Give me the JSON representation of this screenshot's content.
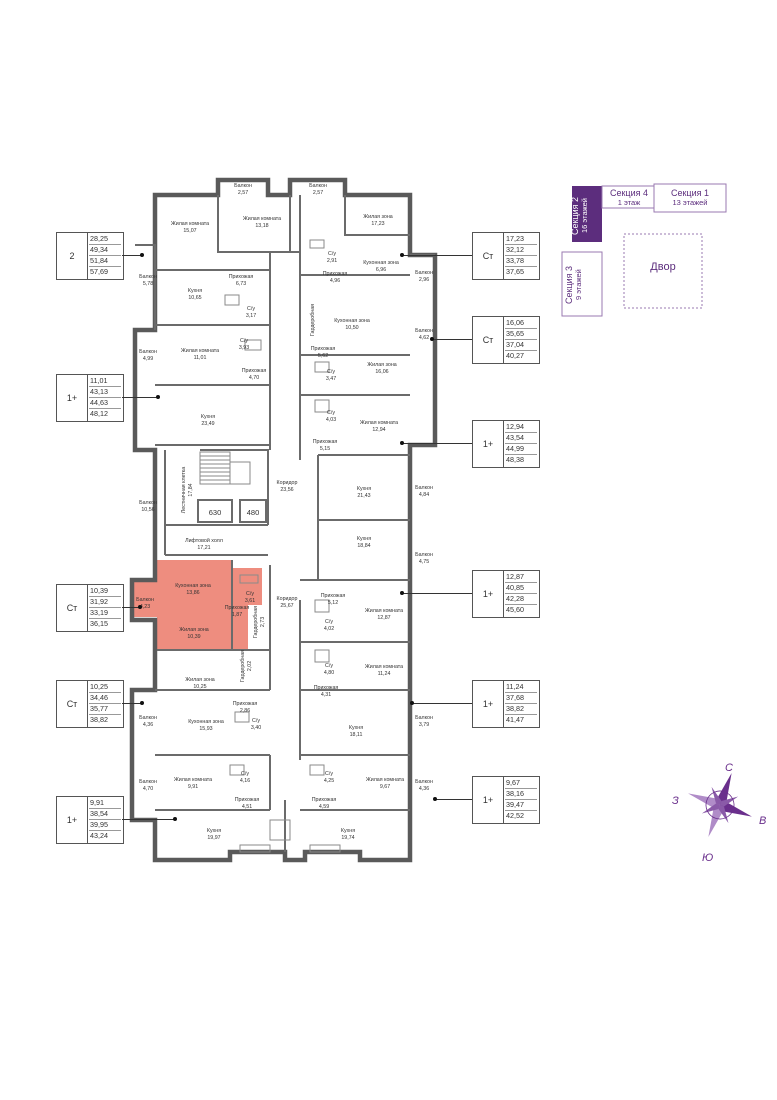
{
  "rooms": [
    {
      "id": "balkon-top-left",
      "name": "Балкон",
      "area": "2,57"
    },
    {
      "id": "balkon-top-right",
      "name": "Балкон",
      "area": "2,57"
    },
    {
      "id": "zhil-15-07",
      "name": "Жилая комната",
      "area": "15,07"
    },
    {
      "id": "zhil-13-18",
      "name": "Жилая комната",
      "area": "13,18"
    },
    {
      "id": "zhil-zona-17-23",
      "name": "Жилая зона",
      "area": "17,23"
    },
    {
      "id": "su-2-91",
      "name": "С/у",
      "area": "2,91"
    },
    {
      "id": "kuh-zona-6-96",
      "name": "Кухонная зона",
      "area": "6,96"
    },
    {
      "id": "balkon-5-78",
      "name": "Балкон",
      "area": "5,78"
    },
    {
      "id": "prihozh-6-73",
      "name": "Прихожая",
      "area": "6,73"
    },
    {
      "id": "kuhnya-10-65",
      "name": "Кухня",
      "area": "10,65"
    },
    {
      "id": "prihozh-4-96",
      "name": "Прихожая",
      "area": "4,96"
    },
    {
      "id": "balkon-2-96",
      "name": "Балкон",
      "area": "2,96"
    },
    {
      "id": "su-3-17",
      "name": "С/у",
      "area": "3,17"
    },
    {
      "id": "kuh-zona-10-50",
      "name": "Кухонная зона",
      "area": "10,50"
    },
    {
      "id": "garderob-top",
      "name": "Гардеробная",
      "area": ""
    },
    {
      "id": "balkon-4-99",
      "name": "Балкон",
      "area": "4,99"
    },
    {
      "id": "zhil-11-01",
      "name": "Жилая комната",
      "area": "11,01"
    },
    {
      "id": "su-3-93",
      "name": "С/у",
      "area": "3,93"
    },
    {
      "id": "prihozh-5-62",
      "name": "Прихожая",
      "area": "5,62"
    },
    {
      "id": "balkon-4-62",
      "name": "Балкон",
      "area": "4,62"
    },
    {
      "id": "prihozh-4-70",
      "name": "Прихожая",
      "area": "4,70"
    },
    {
      "id": "su-3-47",
      "name": "С/у",
      "area": "3,47"
    },
    {
      "id": "zhil-zona-16-06",
      "name": "Жилая зона",
      "area": "16,06"
    },
    {
      "id": "kuhnya-23-49",
      "name": "Кухня",
      "area": "23,49"
    },
    {
      "id": "su-4-03",
      "name": "С/у",
      "area": "4,03"
    },
    {
      "id": "zhil-12-94",
      "name": "Жилая комната",
      "area": "12,94"
    },
    {
      "id": "prihozh-5-15",
      "name": "Прихожая",
      "area": "5,15"
    },
    {
      "id": "lestnica",
      "name": "Лестничная клетка",
      "area": "17,84"
    },
    {
      "id": "koridor-23-56",
      "name": "Коридор",
      "area": "23,56"
    },
    {
      "id": "kuhnya-21-43",
      "name": "Кухня",
      "area": "21,43"
    },
    {
      "id": "balkon-4-84",
      "name": "Балкон",
      "area": "4,84"
    },
    {
      "id": "balkon-10-56",
      "name": "Балкон",
      "area": "10,56"
    },
    {
      "id": "lift-630",
      "name": "",
      "area": "630"
    },
    {
      "id": "lift-480",
      "name": "",
      "area": "480"
    },
    {
      "id": "lift-holl",
      "name": "Лифтовой холл",
      "area": "17,21"
    },
    {
      "id": "kuhnya-18-84",
      "name": "Кухня",
      "area": "18,84"
    },
    {
      "id": "balkon-4-75",
      "name": "Балкон",
      "area": "4,75"
    },
    {
      "id": "kuh-zona-13-86",
      "name": "Кухонная зона",
      "area": "13,86"
    },
    {
      "id": "balkon-4-23",
      "name": "Балкон",
      "area": "4,23"
    },
    {
      "id": "su-3-61",
      "name": "С/у",
      "area": "3,61"
    },
    {
      "id": "prihozh-1-87",
      "name": "Прихожая",
      "area": "1,87"
    },
    {
      "id": "garderob-2-73",
      "name": "Гардеробная",
      "area": "2,73"
    },
    {
      "id": "zhil-zona-10-39",
      "name": "Жилая зона",
      "area": "10,39"
    },
    {
      "id": "koridor-25-67",
      "name": "Коридор",
      "area": "25,67"
    },
    {
      "id": "prihozh-5-12",
      "name": "Прихожая",
      "area": "5,12"
    },
    {
      "id": "zhil-12-87",
      "name": "Жилая комната",
      "area": "12,87"
    },
    {
      "id": "su-4-02",
      "name": "С/у",
      "area": "4,02"
    },
    {
      "id": "garderob-2-02",
      "name": "Гардеробная",
      "area": "2,02"
    },
    {
      "id": "zhil-zona-10-25",
      "name": "Жилая зона",
      "area": "10,25"
    },
    {
      "id": "su-4-80",
      "name": "С/у",
      "area": "4,80"
    },
    {
      "id": "zhil-11-24",
      "name": "Жилая комната",
      "area": "11,24"
    },
    {
      "id": "prihozh-4-31",
      "name": "Прихожая",
      "area": "4,31"
    },
    {
      "id": "prihozh-2-86",
      "name": "Прихожая",
      "area": "2,86"
    },
    {
      "id": "balkon-4-36-l",
      "name": "Балкон",
      "area": "4,36"
    },
    {
      "id": "kuh-zona-15-93",
      "name": "Кухонная зона",
      "area": "15,93"
    },
    {
      "id": "su-3-40",
      "name": "С/у",
      "area": "3,40"
    },
    {
      "id": "kuhnya-18-11",
      "name": "Кухня",
      "area": "18,11"
    },
    {
      "id": "balkon-3-79",
      "name": "Балкон",
      "area": "3,79"
    },
    {
      "id": "balkon-4-70",
      "name": "Балкон",
      "area": "4,70"
    },
    {
      "id": "zhil-9-91",
      "name": "Жилая комната",
      "area": "9,91"
    },
    {
      "id": "su-4-16",
      "name": "С/у",
      "area": "4,16"
    },
    {
      "id": "su-4-25",
      "name": "С/у",
      "area": "4,25"
    },
    {
      "id": "zhil-9-67",
      "name": "Жилая комната",
      "area": "9,67"
    },
    {
      "id": "balkon-4-36-r",
      "name": "Балкон",
      "area": "4,36"
    },
    {
      "id": "prihozh-4-51",
      "name": "Прихожая",
      "area": "4,51"
    },
    {
      "id": "prihozh-4-59",
      "name": "Прихожая",
      "area": "4,59"
    },
    {
      "id": "kuhnya-19-97",
      "name": "Кухня",
      "area": "19,97"
    },
    {
      "id": "kuhnya-19-74",
      "name": "Кухня",
      "area": "19,74"
    }
  ],
  "apartments": [
    {
      "type": "2",
      "areas": [
        "28,25",
        "49,34",
        "51,84",
        "57,69"
      ]
    },
    {
      "type": "1+",
      "areas": [
        "11,01",
        "43,13",
        "44,63",
        "48,12"
      ]
    },
    {
      "type": "Ст",
      "areas": [
        "10,39",
        "31,92",
        "33,19",
        "36,15"
      ]
    },
    {
      "type": "Ст",
      "areas": [
        "10,25",
        "34,46",
        "35,77",
        "38,82"
      ]
    },
    {
      "type": "1+",
      "areas": [
        "9,91",
        "38,54",
        "39,95",
        "43,24"
      ]
    },
    {
      "type": "Ст",
      "areas": [
        "17,23",
        "32,12",
        "33,78",
        "37,65"
      ]
    },
    {
      "type": "Ст",
      "areas": [
        "16,06",
        "35,65",
        "37,04",
        "40,27"
      ]
    },
    {
      "type": "1+",
      "areas": [
        "12,94",
        "43,54",
        "44,99",
        "48,38"
      ]
    },
    {
      "type": "1+",
      "areas": [
        "12,87",
        "40,85",
        "42,28",
        "45,60"
      ]
    },
    {
      "type": "1+",
      "areas": [
        "11,24",
        "37,68",
        "38,82",
        "41,47"
      ]
    },
    {
      "type": "1+",
      "areas": [
        "9,67",
        "38,16",
        "39,47",
        "42,52"
      ]
    }
  ],
  "key_plan": {
    "sections": [
      {
        "name": "Секция 2",
        "floors": "16 этажей"
      },
      {
        "name": "Секция 4",
        "floors": "1 этаж"
      },
      {
        "name": "Секция 1",
        "floors": "13 этажей"
      },
      {
        "name": "Секция 3",
        "floors": "9 этажей"
      }
    ],
    "yard": "Двор"
  },
  "compass": {
    "n": "С",
    "s": "Ю",
    "w": "З",
    "e": "В"
  },
  "colors": {
    "highlight": "#ee8d7f",
    "accent": "#5c2d7d",
    "wall": "#5a5a5a"
  }
}
